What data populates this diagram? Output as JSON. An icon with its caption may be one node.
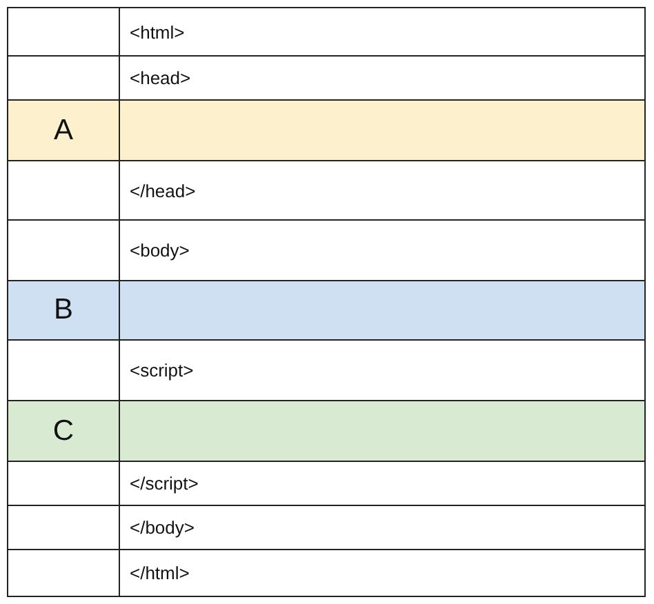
{
  "diagram": {
    "labels": [
      "<html>",
      "<head>",
      "A",
      "</head>",
      "<body>",
      "B",
      "<script>",
      "C",
      "</script>",
      "</body>",
      "</html>"
    ]
  }
}
